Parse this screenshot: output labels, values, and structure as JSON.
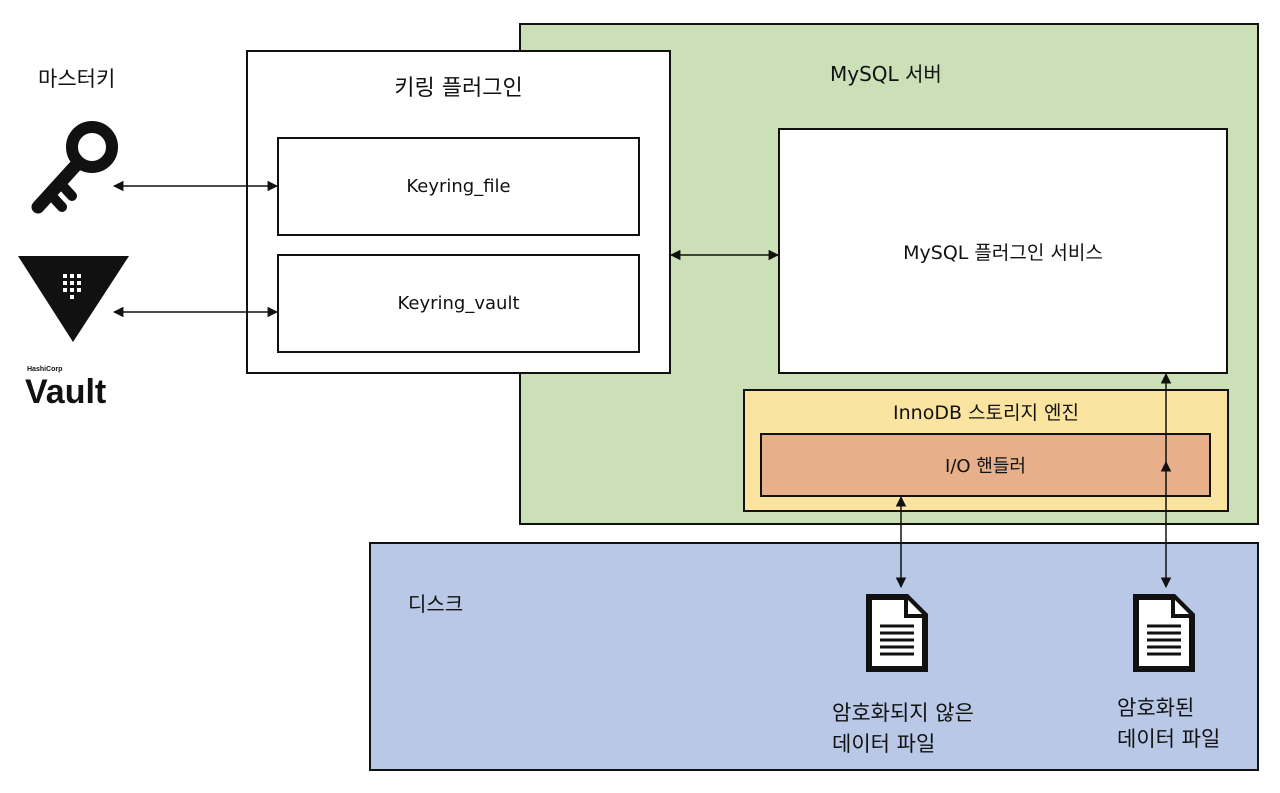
{
  "master_key": {
    "label": "마스터키",
    "icon": "key-icon"
  },
  "vault_logo": {
    "brand": "HashiCorp",
    "name": "Vault",
    "icon": "vault-triangle-logo"
  },
  "keyring_plugin": {
    "title": "키링 플러그인",
    "file": "Keyring_file",
    "vault": "Keyring_vault"
  },
  "mysql_server": {
    "title": "MySQL 서버",
    "plugin_service": "MySQL 플러그인 서비스",
    "innodb": {
      "title": "InnoDB 스토리지 엔진",
      "io_handler": "I/O 핸들러"
    }
  },
  "disk": {
    "title": "디스크",
    "unencrypted_file": {
      "line1": "암호화되지 않은",
      "line2": "데이터 파일",
      "icon": "document-icon"
    },
    "encrypted_file": {
      "line1": "암호화된",
      "line2": "데이터 파일",
      "icon": "document-icon"
    }
  },
  "colors": {
    "server_bg": "#cce0b8",
    "disk_bg": "#b8c8e6",
    "innodb_bg": "#fbe3a0",
    "io_bg": "#e8b08a"
  }
}
